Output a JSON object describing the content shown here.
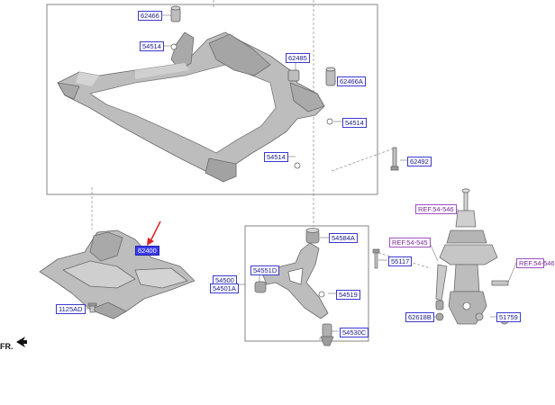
{
  "labels": {
    "p62466": "62466",
    "p54514a": "54514",
    "p62485": "62485",
    "p62466a": "62466A",
    "p54514b": "54514",
    "p54514c": "54514",
    "p62492": "62492",
    "p62400": "62400",
    "p1125ad": "1125AD",
    "p54584a": "54584A",
    "p55117": "55117",
    "p54500": "54500",
    "p54501a": "54501A",
    "p54551d": "54551D",
    "p54519": "54519",
    "p54530c": "54530C",
    "p62618b": "62618B",
    "p51759": "51759"
  },
  "refs": {
    "r1": "REF.54-546",
    "r2": "REF.54-545",
    "r3": "REF.54-546"
  },
  "direction": "FR.",
  "colors": {
    "label_text": "#1a1a8c",
    "label_highlight": "#3b3bf0",
    "reference": "#7a2a9a",
    "callout_arrow": "#e02020",
    "part_fill": "#b9b9b9",
    "part_stroke": "#6e6e6e"
  }
}
